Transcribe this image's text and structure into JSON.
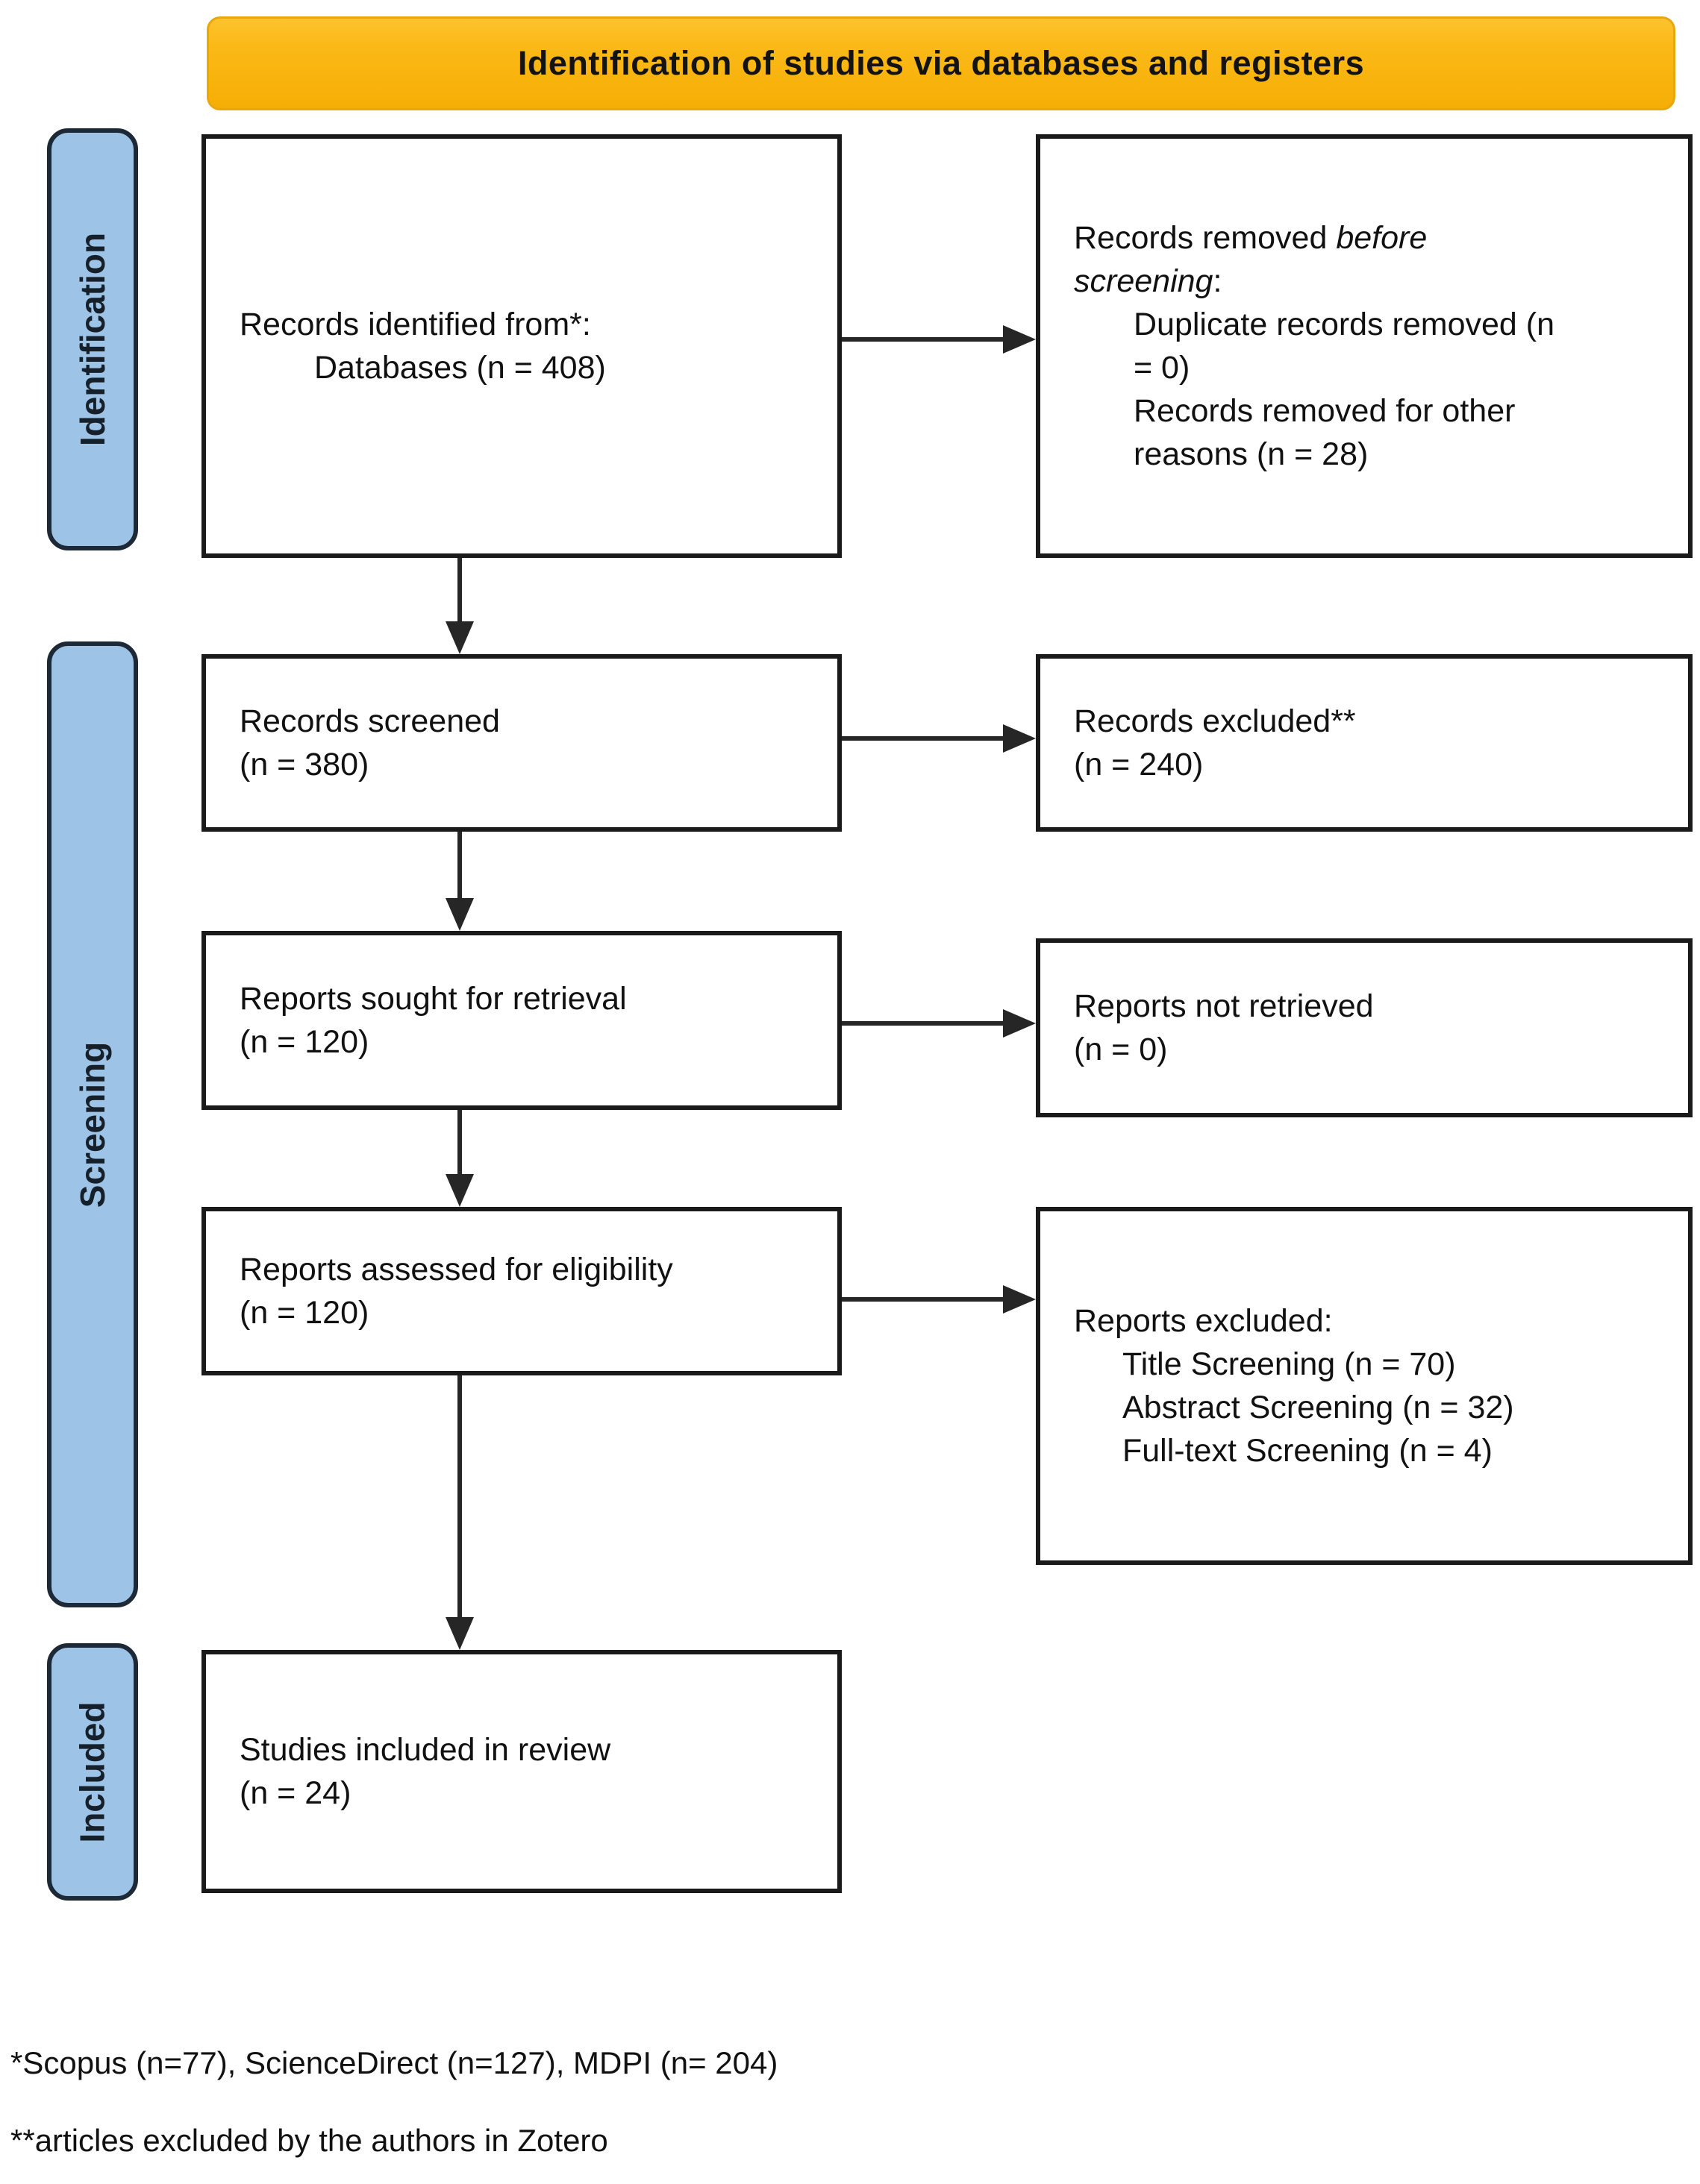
{
  "banner": {
    "title": "Identification of studies via databases and registers"
  },
  "stages": {
    "identification": "Identification",
    "screening": "Screening",
    "included": "Included"
  },
  "boxes": {
    "records_identified": {
      "line1": "Records identified from*:",
      "line2": "Databases (n = 408)"
    },
    "records_removed": {
      "line1_regular": "Records removed ",
      "line1_italic": "before",
      "line2_italic": "screening",
      "line2_regular": ":",
      "item1_line1": "Duplicate records removed (n",
      "item1_line2": "= 0)",
      "item2_line1": "Records removed for other",
      "item2_line2": "reasons (n = 28)"
    },
    "records_screened": {
      "line1": "Records screened",
      "line2": "(n = 380)"
    },
    "records_excluded": {
      "line1": "Records excluded**",
      "line2": "(n = 240)"
    },
    "reports_sought": {
      "line1": "Reports sought for retrieval",
      "line2": "(n = 120)"
    },
    "reports_not_retrieved": {
      "line1": "Reports not retrieved",
      "line2": "(n = 0)"
    },
    "reports_assessed": {
      "line1": "Reports assessed for eligibility",
      "line2": "(n = 120)"
    },
    "reports_excluded": {
      "label": "Reports excluded:",
      "item1": "Title Screening (n = 70)",
      "item2": "Abstract Screening (n = 32)",
      "item3": "Full-text Screening (n = 4)"
    },
    "studies_included": {
      "line1": "Studies included in review",
      "line2": "(n = 24)"
    }
  },
  "footnotes": {
    "first": "*Scopus (n=77), ScienceDirect (n=127), MDPI (n= 204)",
    "second": "**articles excluded by the authors in Zotero"
  },
  "colors": {
    "banner_bg": "#FBB917",
    "stage_bar_bg": "#9DC3E6",
    "stage_bar_border": "#1D2936",
    "box_border": "#1A1A1A",
    "arrow": "#262626"
  }
}
